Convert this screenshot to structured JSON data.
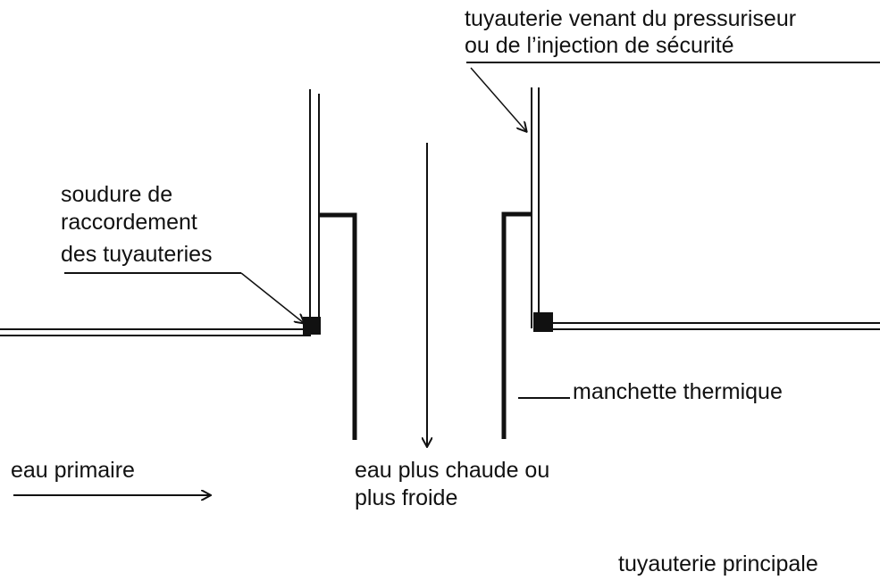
{
  "labels": {
    "injection_line_1": "tuyauterie venant du pressuriseur",
    "injection_line_2": "ou de l’injection de sécurité",
    "weld_line_1": "soudure de",
    "weld_line_2": "raccordement",
    "weld_line_3": "des tuyauteries",
    "sleeve": "manchette thermique",
    "primary_water": "eau primaire",
    "hot_cold_line_1": "eau plus chaude ou",
    "hot_cold_line_2": "plus froide",
    "main_pipe": "tuyauterie principale"
  }
}
